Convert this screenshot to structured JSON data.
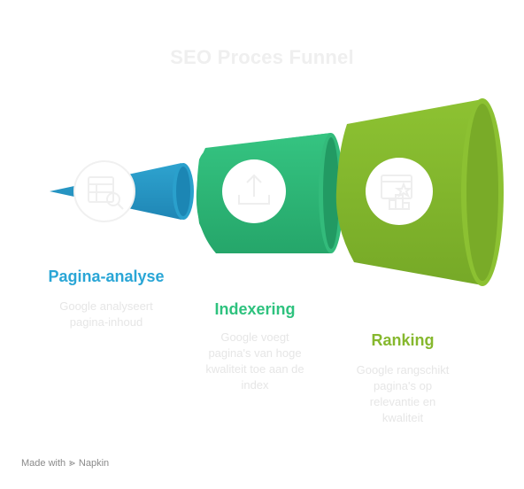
{
  "title": "SEO Proces Funnel",
  "stages": [
    {
      "title": "Pagina-analyse",
      "description_lines": [
        "Google analyseert",
        "pagina-inhoud"
      ],
      "color": "#2aa6d6",
      "icon": "document-search-icon"
    },
    {
      "title": "Indexering",
      "description_lines": [
        "Google voegt",
        "pagina's van hoge",
        "kwaliteit toe aan de",
        "index"
      ],
      "color": "#2ec27e",
      "icon": "upload-icon"
    },
    {
      "title": "Ranking",
      "description_lines": [
        "Google rangschikt",
        "pagina's op",
        "relevantie en",
        "kwaliteit"
      ],
      "color": "#86b82e",
      "icon": "ranking-icon"
    }
  ],
  "footer": {
    "made_with": "Made with",
    "brand": "Napkin"
  }
}
